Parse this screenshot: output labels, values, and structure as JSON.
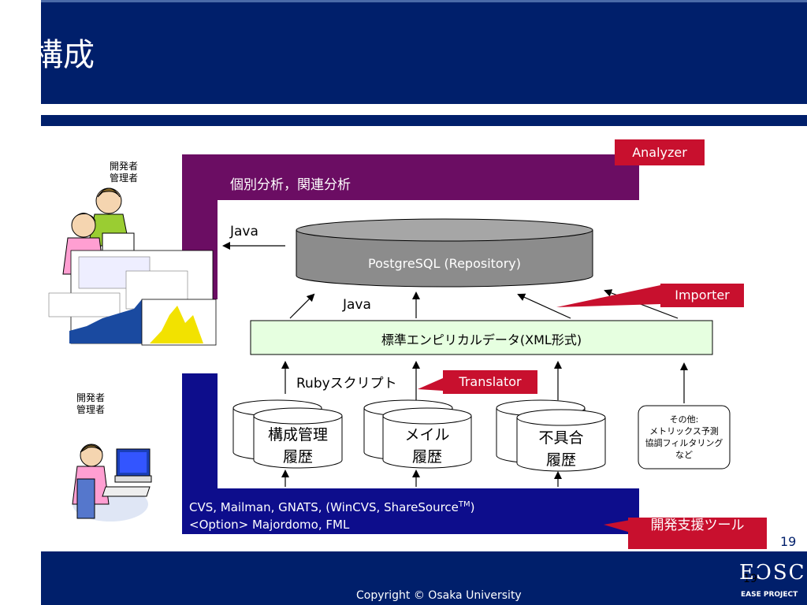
{
  "slide": {
    "title": "構成",
    "page_number": "19",
    "footer_copyright": "Copyright ©  Osaka University",
    "footer_page": "19",
    "logo_mark": "EƆSC",
    "logo_text": "EASE PROJECT"
  },
  "people": {
    "top_label": "開発者\n管理者",
    "bottom_label": "開発者\n管理者"
  },
  "analysis": {
    "label": "個別分析，関連分析",
    "tag": "Analyzer"
  },
  "repository": {
    "label": "PostgreSQL (Repository)",
    "java_left": "Java",
    "java_below": "Java"
  },
  "importer": {
    "tag": "Importer"
  },
  "empirical": {
    "label": "標準エンピリカルデータ(XML形式)"
  },
  "translator": {
    "ruby_label": "Rubyスクリプト",
    "tag": "Translator"
  },
  "histories": [
    {
      "line1": "構成管理",
      "line2": "履歴"
    },
    {
      "line1": "メイル",
      "line2": "履歴"
    },
    {
      "line1": "不具合",
      "line2": "履歴"
    }
  ],
  "others": {
    "line1": "その他:",
    "line2": "メトリックス予測",
    "line3": "協調フィルタリング",
    "line4": "など"
  },
  "tools": {
    "line1": "CVS, Mailman, GNATS, (WinCVS, ShareSource",
    "tm": "TM",
    "line1_end": ")",
    "line2": "<Option> Majordomo, FML",
    "tag": "開発支援ツール"
  },
  "colors": {
    "navy": "#001f6b",
    "purple": "#6b0d63",
    "blue_block": "#0d0d8c",
    "red": "#c8102e",
    "green": "#e6ffe0",
    "cylinder": "#8c8c8c"
  }
}
